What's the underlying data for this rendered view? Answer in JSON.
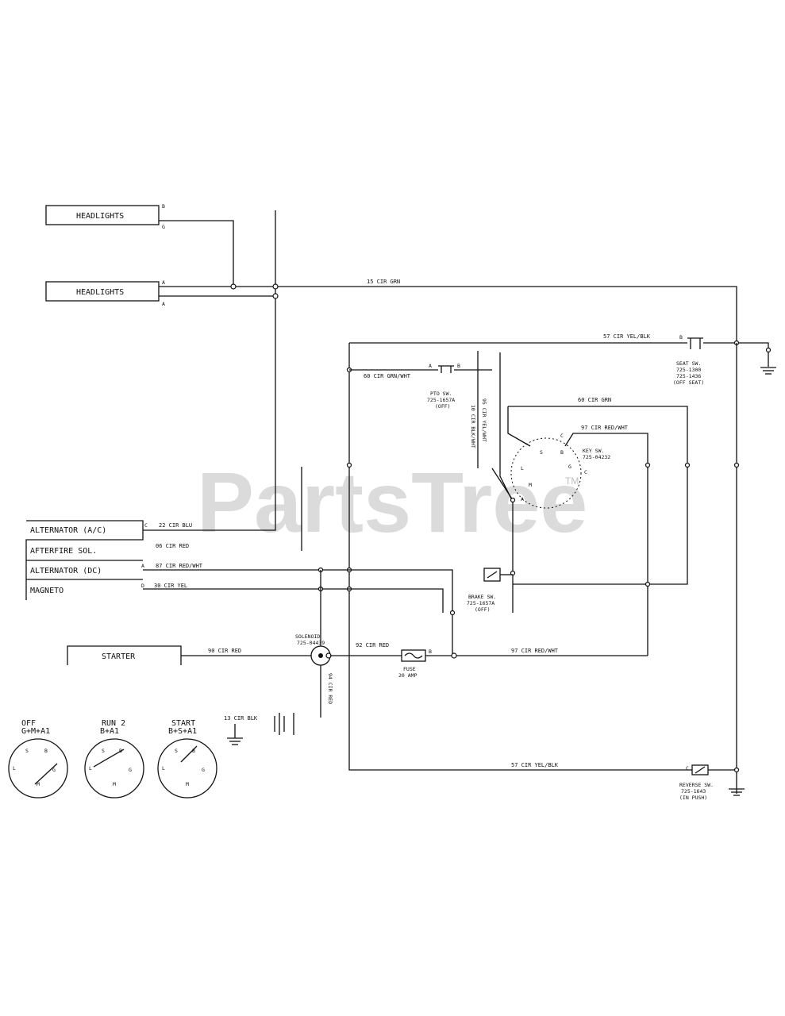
{
  "watermark": {
    "brand": "PartsTree",
    "tm": "TM"
  },
  "components": {
    "headlights_top": "HEADLIGHTS",
    "headlights_bottom": "HEADLIGHTS",
    "alternator_ac": "ALTERNATOR (A/C)",
    "afterfire_sol": "AFTERFIRE SOL.",
    "alternator_dc": "ALTERNATOR (DC)",
    "magneto": "MAGNETO",
    "starter": "STARTER",
    "solenoid": "SOLENOID",
    "solenoid_part": "725-04439",
    "fuse": "FUSE",
    "fuse_rating": "20 AMP",
    "seat_sw": "SEAT SW.",
    "seat_sw_part1": "725-1300",
    "seat_sw_part2": "725-1436",
    "seat_sw_state": "(OFF SEAT)",
    "pto_sw": "PTO SW.",
    "pto_sw_part": "725-1657A",
    "pto_sw_state": "(OFF)",
    "key_sw": "KEY SW.",
    "key_sw_part": "725-04232",
    "brake_sw": "BRAKE SW.",
    "brake_sw_part": "725-1657A",
    "brake_sw_state": "(OFF)",
    "reverse_sw": "REVERSE SW.",
    "reverse_sw_part": "725-1643",
    "reverse_sw_state": "(IN PUSH)"
  },
  "wires": {
    "w15": "15 CIR GRN",
    "w57_top": "57 CIR YEL/BLK",
    "w60_wht": "60 CIR GRN/WHT",
    "w60_grn": "60 CIR GRN",
    "w97_key": "97 CIR RED/WHT",
    "w95": "95 CIR YEL/WHT",
    "w10": "10 CIR BLK/WHT",
    "w22": "22 CIR BLU",
    "w06": "06 CIR RED",
    "w87": "87 CIR RED/WHT",
    "w30": "30 CIR YEL",
    "w90": "90 CIR RED",
    "w92": "92 CIR RED",
    "w97_bottom": "97 CIR RED/WHT",
    "w94": "94 CIR RED",
    "w13": "13 CIR BLK",
    "w57_bottom": "57 CIR YEL/BLK"
  },
  "terminals": {
    "b": "B",
    "g": "G",
    "a": "A",
    "c": "C",
    "d": "D",
    "m": "M",
    "l": "L",
    "s": "S"
  },
  "key_positions": {
    "off": {
      "title": "OFF",
      "sub": "G+M+A1"
    },
    "run": {
      "title": "RUN 2",
      "sub": "B+A1"
    },
    "start": {
      "title": "START",
      "sub": "B+S+A1"
    }
  }
}
